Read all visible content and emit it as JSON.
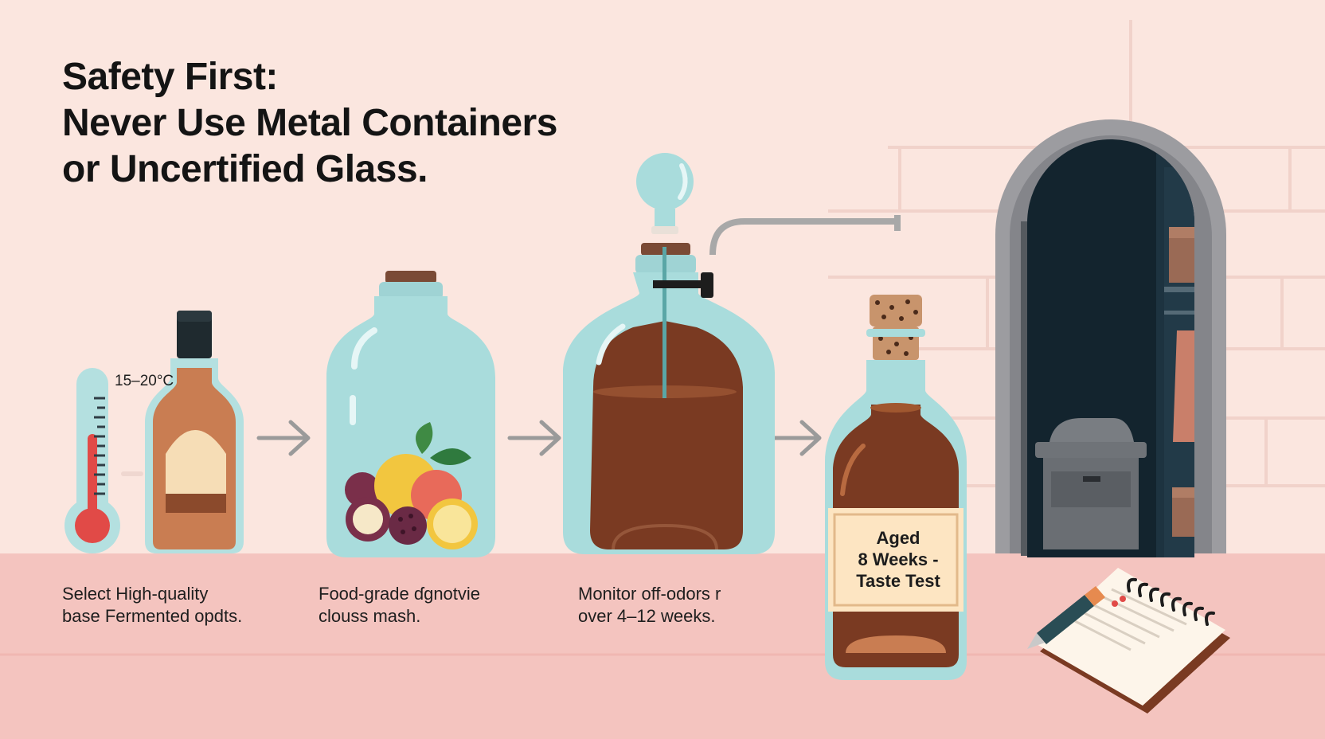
{
  "headline": {
    "line1": "Safety First:",
    "line2": "Never Use Metal Containers",
    "line3": "or Uncertified Glass."
  },
  "thermometer": {
    "label": "15–20°C"
  },
  "steps": [
    {
      "line1": "Select High-quality",
      "line2": "base Fermented opdts."
    },
    {
      "line1": "Food-grade ɗgnotvie",
      "line2": "clouss mash."
    },
    {
      "line1": "Monitor off-odors r",
      "line2": "over 4–12 weeks."
    }
  ],
  "aged_bottle_label": {
    "line1": "Aged",
    "line2": "8 Weeks -",
    "line3": "Taste Test"
  },
  "colors": {
    "background": "#fbe6df",
    "counter": "#f4c4bf",
    "glass": "#a9dcdc",
    "liquid_amber": "#c97d52",
    "liquid_brown": "#7a3a22",
    "cork": "#7a4a35",
    "arch_stone": "#8e8e92",
    "cellar_dark": "#13242e"
  },
  "icons": [
    "thermometer-icon",
    "spirit-bottle-icon",
    "arrow-right-icon",
    "fruit-jar-icon",
    "fermenter-jug-icon",
    "aged-bottle-icon",
    "cellar-doorway-icon",
    "notepad-icon",
    "pen-icon"
  ]
}
